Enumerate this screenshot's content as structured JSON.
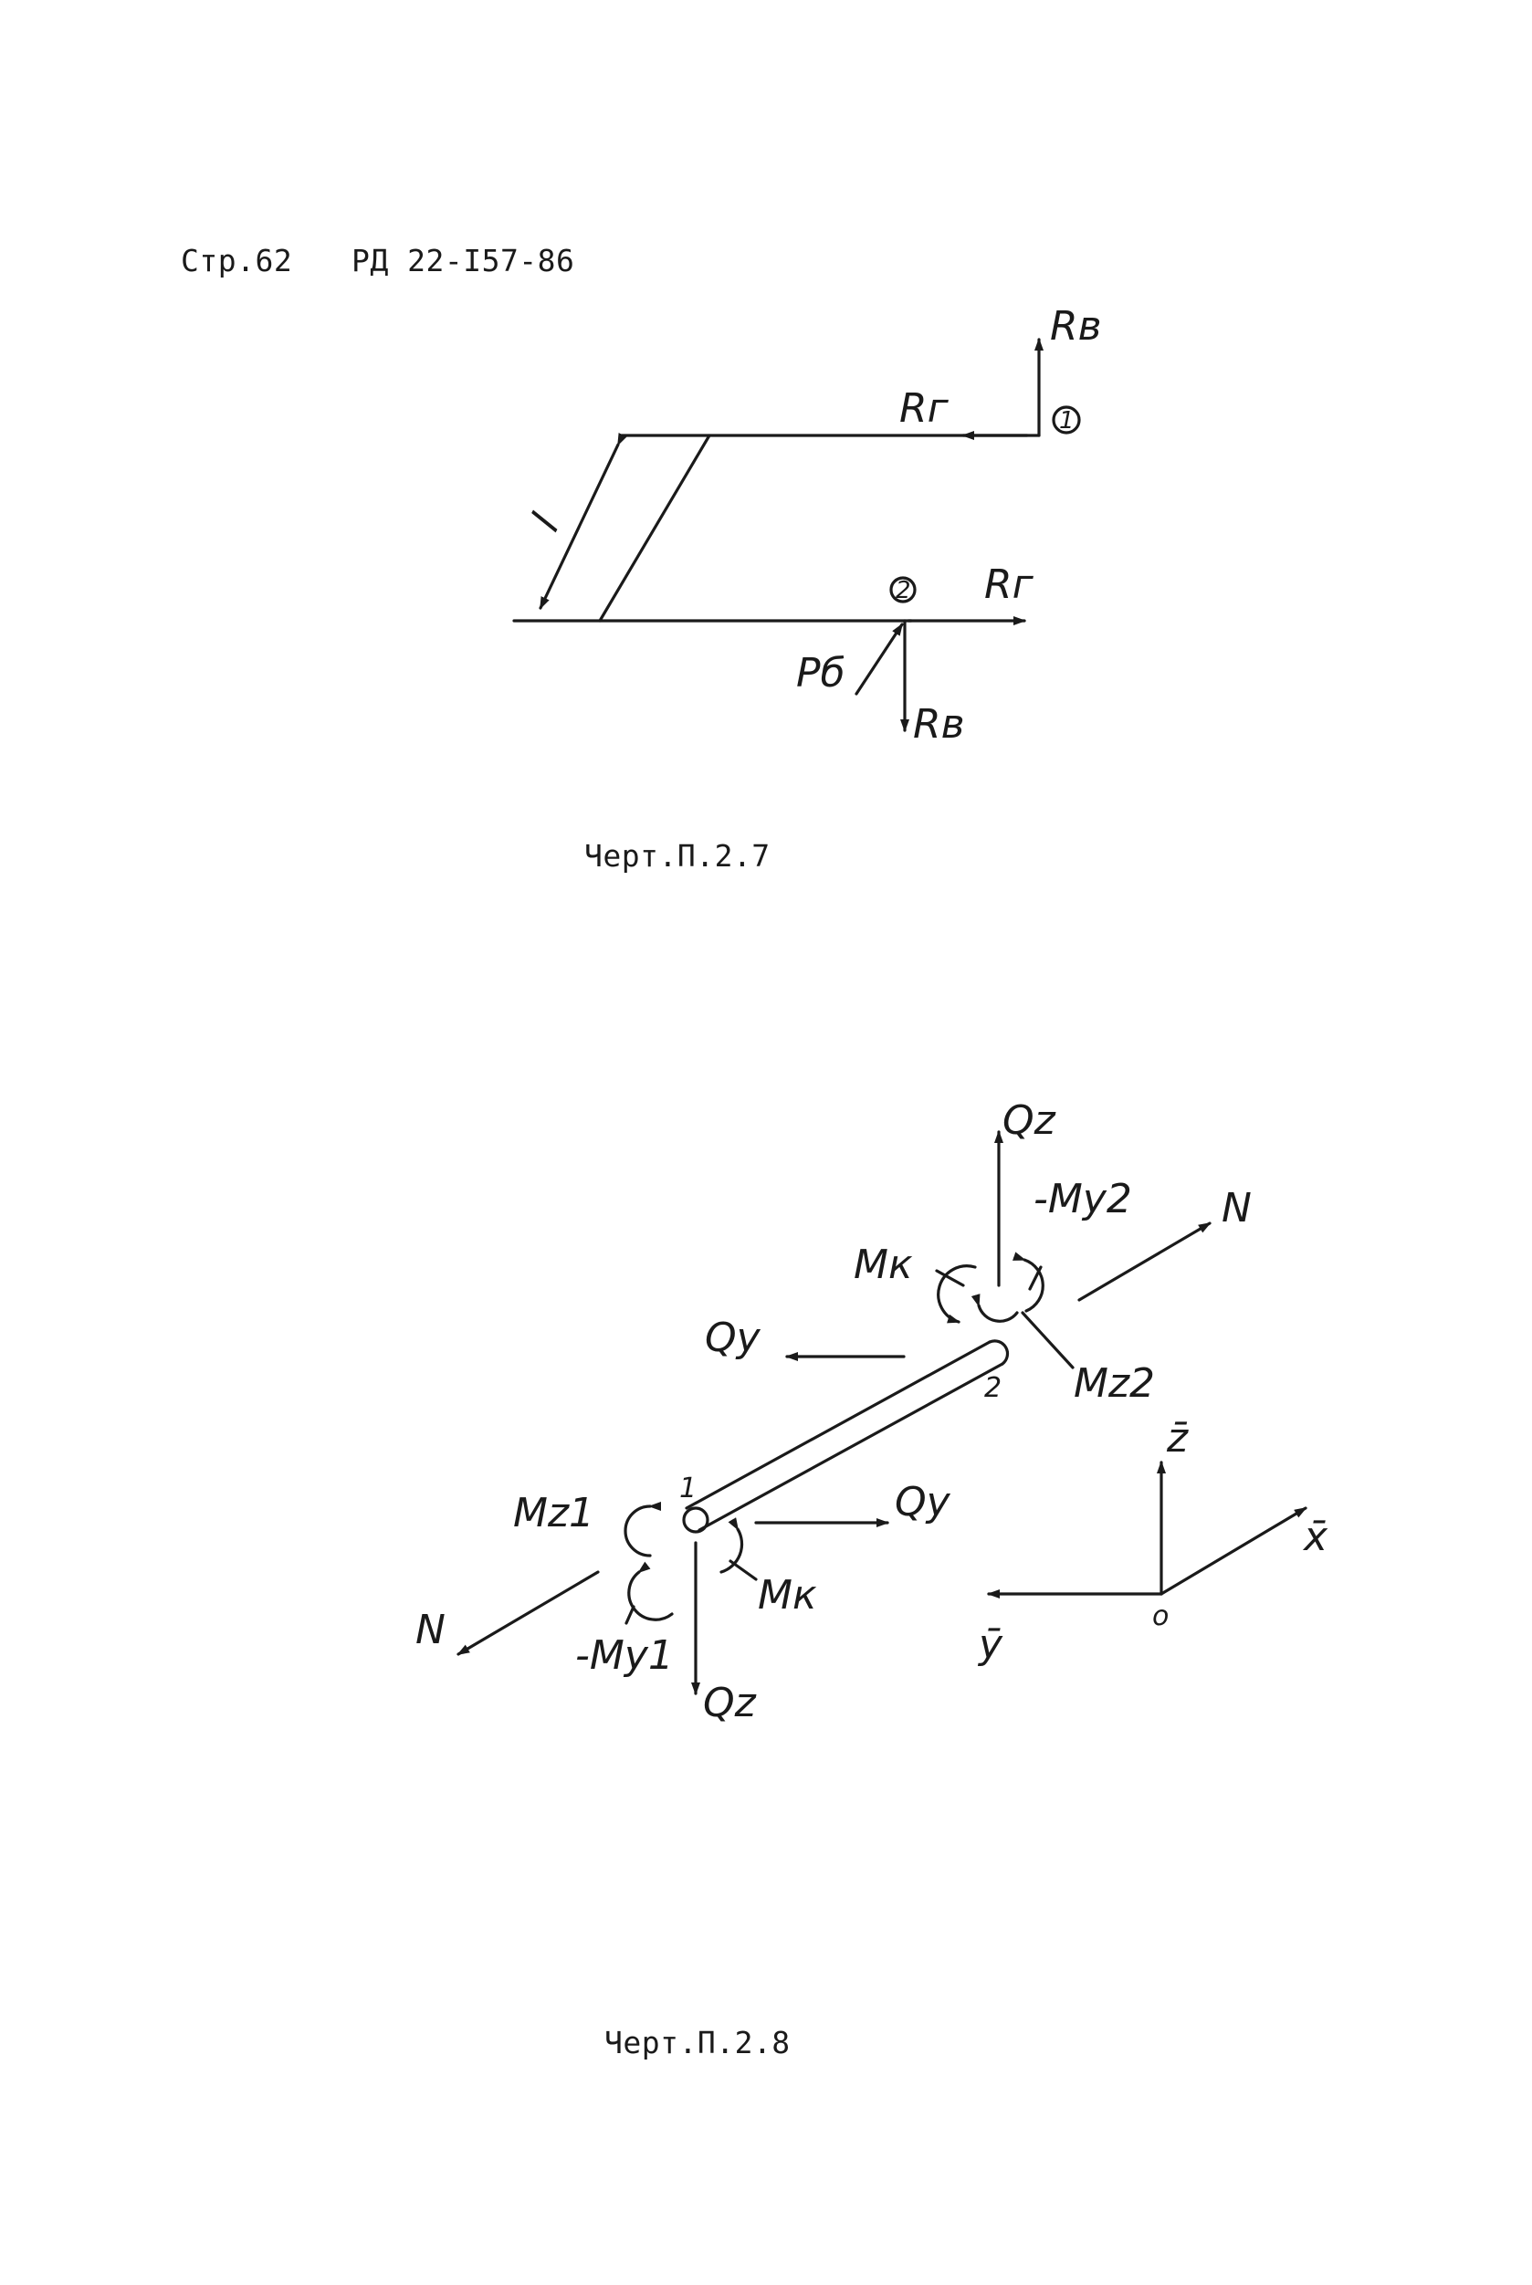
{
  "header": {
    "page_label": "Стр.62",
    "doc_code": "РД 22-І57-86"
  },
  "figure7": {
    "caption": "Черт.П.2.7",
    "labels": {
      "rv_top": "Rв",
      "rg_top": "Rг",
      "node1": "1",
      "l_dim": "l",
      "node2": "2",
      "rg_bottom": "Rг",
      "pb": "Pб",
      "rv_bottom": "Rв"
    }
  },
  "figure8": {
    "caption": "Черт.П.2.8",
    "labels": {
      "qz_top": "Qz",
      "my2": "-My2",
      "n_right": "N",
      "mk_top": "Mк",
      "qy_left": "Qy",
      "mz2": "Mz2",
      "node2": "2",
      "node1": "1",
      "mz1": "Mz1",
      "qy_right": "Qy",
      "n_left": "N",
      "mk_bottom": "Mк",
      "my1": "-My1",
      "qz_bottom": "Qz"
    },
    "axes": {
      "z": "z̄",
      "x": "x̄",
      "y": "ȳ",
      "origin": "o"
    }
  }
}
